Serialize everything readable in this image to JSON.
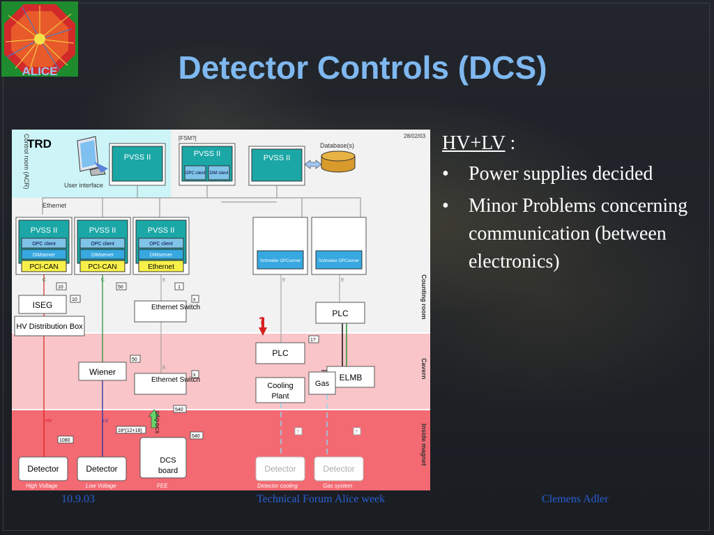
{
  "slide": {
    "title": "Detector Controls (DCS)",
    "logo_text": "ALICE"
  },
  "right_panel": {
    "heading": "HV+LV",
    "heading_suffix": " :",
    "bullets": [
      "Power supplies decided",
      "Minor Problems concerning communication (between electronics)"
    ]
  },
  "footer": {
    "date": "10.9.03",
    "event": "Technical Forum Alice week",
    "author": "Clemens Adler"
  },
  "diagram": {
    "trd": "TRD",
    "control_room": "Control room (ACR)",
    "fsm": "[FSM?]",
    "date": "28/02/03",
    "user_interface": "User interface",
    "database": "Database(s)",
    "ethernet_label": "Ethernet",
    "pvss": "PVSS II",
    "opc_client": "OPC client",
    "dim_client": "DIM client",
    "dimserver": "DIMserver",
    "bus": [
      "PCI-CAN",
      "PCI-CAN",
      "Ethernet"
    ],
    "schneider": "Schneider OPCserver",
    "iseg": "ISEG",
    "hv_box": "HV Distribution Box",
    "eth_switch": "Ethernet Switch",
    "wiener": "Wiener",
    "plc": "PLC",
    "elmb": "ELMB",
    "gas": "Gas",
    "cooling": "Cooling Plant",
    "dcs_board": "DCS board",
    "detector": "Detector",
    "question": "?",
    "zones": [
      "Counting room",
      "Cavern",
      "Inside magnet"
    ],
    "counts": {
      "iseg_a": "10",
      "iseg_b": "10",
      "wiener_a": "50",
      "wiener_b": "50",
      "switch_a": "1",
      "x": "x",
      "plc": "1?",
      "dcs_a": "540",
      "dcs_b": "540",
      "lv": "18*(12+18)",
      "hv": "1080",
      "q": "?"
    },
    "line_labels": {
      "c": "C",
      "e": "E",
      "hv": "HV",
      "lv": "LV",
      "daq": "DAQ-DCS"
    },
    "bottom_labels": [
      "High Voltage",
      "Low Voltage",
      "FEE",
      "Detector cooling",
      "Gas system"
    ]
  }
}
